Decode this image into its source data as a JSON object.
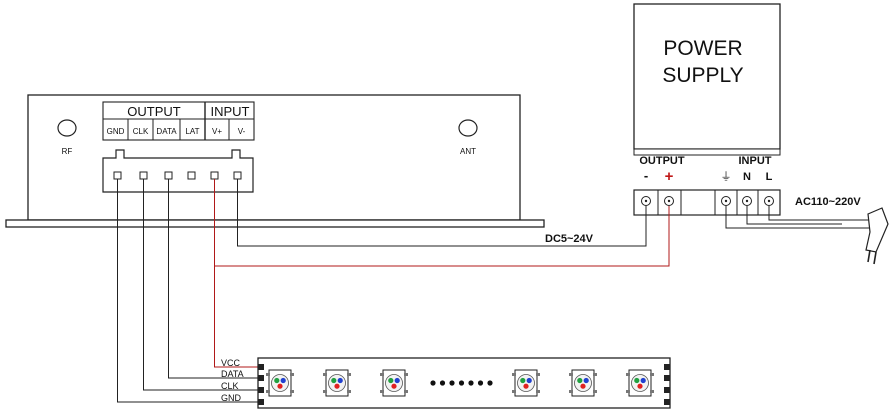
{
  "controller": {
    "output_header": "OUTPUT",
    "input_header": "INPUT",
    "output_pins": [
      "GND",
      "CLK",
      "DATA",
      "LAT"
    ],
    "input_pins": [
      "V+",
      "V-"
    ],
    "rf_label": "RF",
    "ant_label": "ANT"
  },
  "power_supply": {
    "title_line1": "POWER",
    "title_line2": "SUPPLY",
    "output_label": "OUTPUT",
    "input_label": "INPUT",
    "minus": "-",
    "plus": "+",
    "n_label": "N",
    "l_label": "L",
    "ground_symbol": "⏚"
  },
  "wires": {
    "dc_label": "DC5~24V",
    "ac_label": "AC110~220V"
  },
  "strip": {
    "labels": [
      "VCC",
      "DATA",
      "CLK",
      "GND"
    ],
    "ellipsis_dots": 7,
    "led_count": 6
  },
  "colors": {
    "line": "#222222",
    "red_wire": "#b01818",
    "led_red": "#e02020",
    "led_green": "#20a040",
    "led_blue": "#2040d0"
  }
}
